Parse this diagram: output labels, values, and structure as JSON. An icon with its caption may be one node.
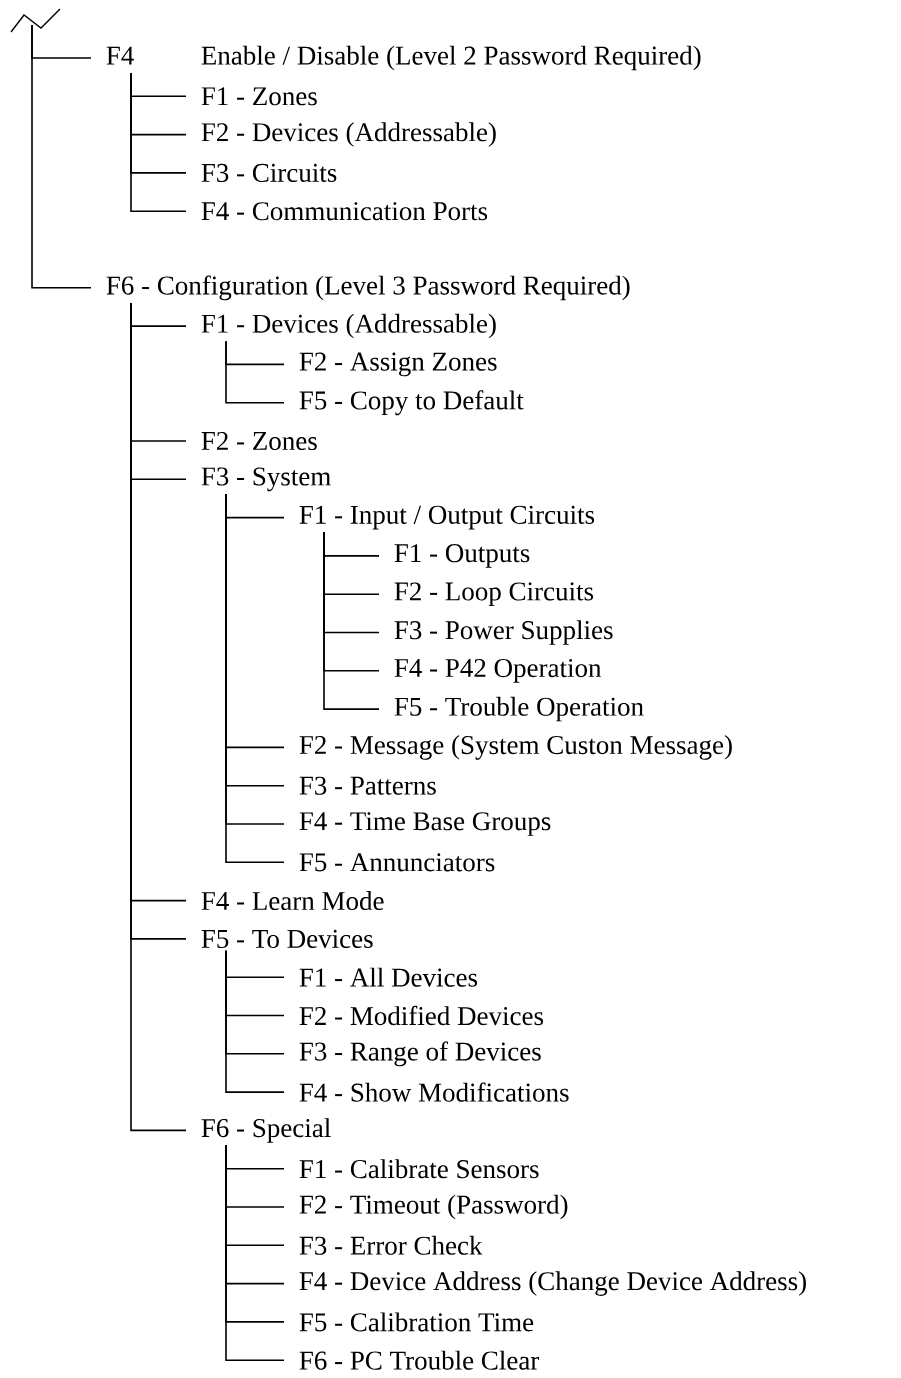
{
  "diagram": {
    "nodes": [
      {
        "text": [
          "F4",
          "Enable / Disable (Level 2 Password Required)"
        ]
      },
      {
        "text": [
          "F1 - Zones"
        ]
      },
      {
        "text": [
          "F2 - Devices (Addressable)"
        ]
      },
      {
        "text": [
          "F3 - Circuits"
        ]
      },
      {
        "text": [
          "F4 - Communication Ports"
        ]
      },
      {
        "text": [
          "F6 - Configuration (Level 3 Password Required)"
        ]
      },
      {
        "text": [
          "F1 - Devices (Addressable)"
        ]
      },
      {
        "text": [
          "F2 - Assign Zones"
        ]
      },
      {
        "text": [
          "F5 - Copy to Default"
        ]
      },
      {
        "text": [
          "F2 - Zones"
        ]
      },
      {
        "text": [
          "F3 - System"
        ]
      },
      {
        "text": [
          "F1 - Input / Output Circuits"
        ]
      },
      {
        "text": [
          "F1 - Outputs"
        ]
      },
      {
        "text": [
          "F2 - Loop Circuits"
        ]
      },
      {
        "text": [
          "F3 - Power Supplies"
        ]
      },
      {
        "text": [
          "F4 - P42 Operation"
        ]
      },
      {
        "text": [
          "F5 - Trouble Operation"
        ]
      },
      {
        "text": [
          "F2 - Message (System Custon Message)"
        ]
      },
      {
        "text": [
          "F3 - Patterns"
        ]
      },
      {
        "text": [
          "F4 - Time Base Groups"
        ]
      },
      {
        "text": [
          "F5 - Annunciators"
        ]
      },
      {
        "text": [
          "F4 - Learn Mode"
        ]
      },
      {
        "text": [
          "F5 - To Devices"
        ]
      },
      {
        "text": [
          "F1 - All Devices"
        ]
      },
      {
        "text": [
          "F2 - Modified Devices"
        ]
      },
      {
        "text": [
          "F3 - Range of Devices"
        ]
      },
      {
        "text": [
          "F4 - Show Modifications"
        ]
      },
      {
        "text": [
          "F6 - Special"
        ]
      },
      {
        "text": [
          "F1 - Calibrate Sensors"
        ]
      },
      {
        "text": [
          "F2 - Timeout (Password)"
        ]
      },
      {
        "text": [
          "F3 - Error Check"
        ]
      },
      {
        "text": [
          "F4 - Device Address (Change Device Address)"
        ]
      },
      {
        "text": [
          "F5 - Calibration Time"
        ]
      },
      {
        "text": [
          "F6 - PC Trouble Clear"
        ]
      }
    ],
    "edges": [
      {
        "from": null,
        "to": 0,
        "arrow": "none"
      },
      {
        "from": 0,
        "to": 1,
        "arrow": "none"
      },
      {
        "from": 0,
        "to": 2,
        "arrow": "none"
      },
      {
        "from": 0,
        "to": 3,
        "arrow": "none"
      },
      {
        "from": 0,
        "to": 4,
        "arrow": "none"
      },
      {
        "from": null,
        "to": 5,
        "arrow": "none"
      },
      {
        "from": 5,
        "to": 6,
        "arrow": "none"
      },
      {
        "from": 6,
        "to": 7,
        "arrow": "none"
      },
      {
        "from": 6,
        "to": 8,
        "arrow": "none"
      },
      {
        "from": 5,
        "to": 9,
        "arrow": "none"
      },
      {
        "from": 5,
        "to": 10,
        "arrow": "none"
      },
      {
        "from": 10,
        "to": 11,
        "arrow": "none"
      },
      {
        "from": 11,
        "to": 12,
        "arrow": "none"
      },
      {
        "from": 11,
        "to": 13,
        "arrow": "none"
      },
      {
        "from": 11,
        "to": 14,
        "arrow": "none"
      },
      {
        "from": 11,
        "to": 15,
        "arrow": "none"
      },
      {
        "from": 11,
        "to": 16,
        "arrow": "none"
      },
      {
        "from": 10,
        "to": 17,
        "arrow": "none"
      },
      {
        "from": 10,
        "to": 18,
        "arrow": "none"
      },
      {
        "from": 10,
        "to": 19,
        "arrow": "none"
      },
      {
        "from": 10,
        "to": 20,
        "arrow": "none"
      },
      {
        "from": 5,
        "to": 21,
        "arrow": "none"
      },
      {
        "from": 5,
        "to": 22,
        "arrow": "none"
      },
      {
        "from": 22,
        "to": 23,
        "arrow": "none"
      },
      {
        "from": 22,
        "to": 24,
        "arrow": "none"
      },
      {
        "from": 22,
        "to": 25,
        "arrow": "none"
      },
      {
        "from": 22,
        "to": 26,
        "arrow": "none"
      },
      {
        "from": 5,
        "to": 27,
        "arrow": "none"
      },
      {
        "from": 27,
        "to": 28,
        "arrow": "none"
      },
      {
        "from": 27,
        "to": 29,
        "arrow": "none"
      },
      {
        "from": 27,
        "to": 30,
        "arrow": "none"
      },
      {
        "from": 27,
        "to": 31,
        "arrow": "none"
      },
      {
        "from": 27,
        "to": 32,
        "arrow": "none"
      },
      {
        "from": 27,
        "to": 33,
        "arrow": "none"
      }
    ]
  }
}
